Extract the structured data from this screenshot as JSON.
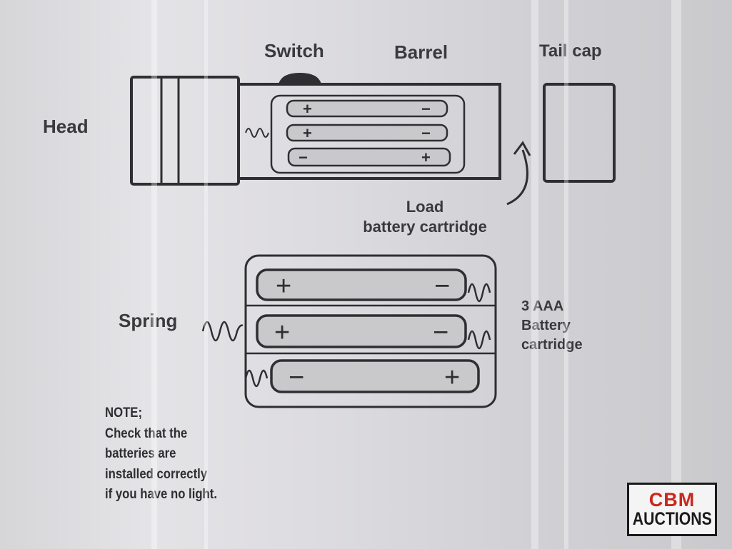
{
  "labels": {
    "switch": "Switch",
    "barrel": "Barrel",
    "tail_cap": "Tail cap",
    "head": "Head",
    "load_line1": "Load",
    "load_line2": "battery cartridge",
    "spring": "Spring",
    "cartridge_line1": "3 AAA",
    "cartridge_line2": "Battery",
    "cartridge_line3": "cartridge"
  },
  "note": {
    "line1": "NOTE;",
    "line2": "Check that the",
    "line3": "batteries are",
    "line4": "installed correctly",
    "line5": "if you have no light."
  },
  "battery_symbols": {
    "plus": "+",
    "minus": "−"
  },
  "logo": {
    "top": "CBM",
    "bottom": "AUCTIONS"
  },
  "colors": {
    "line": "#2f2f31",
    "battery_fill": "#c9c8cb",
    "logo_red": "#c8281e"
  }
}
